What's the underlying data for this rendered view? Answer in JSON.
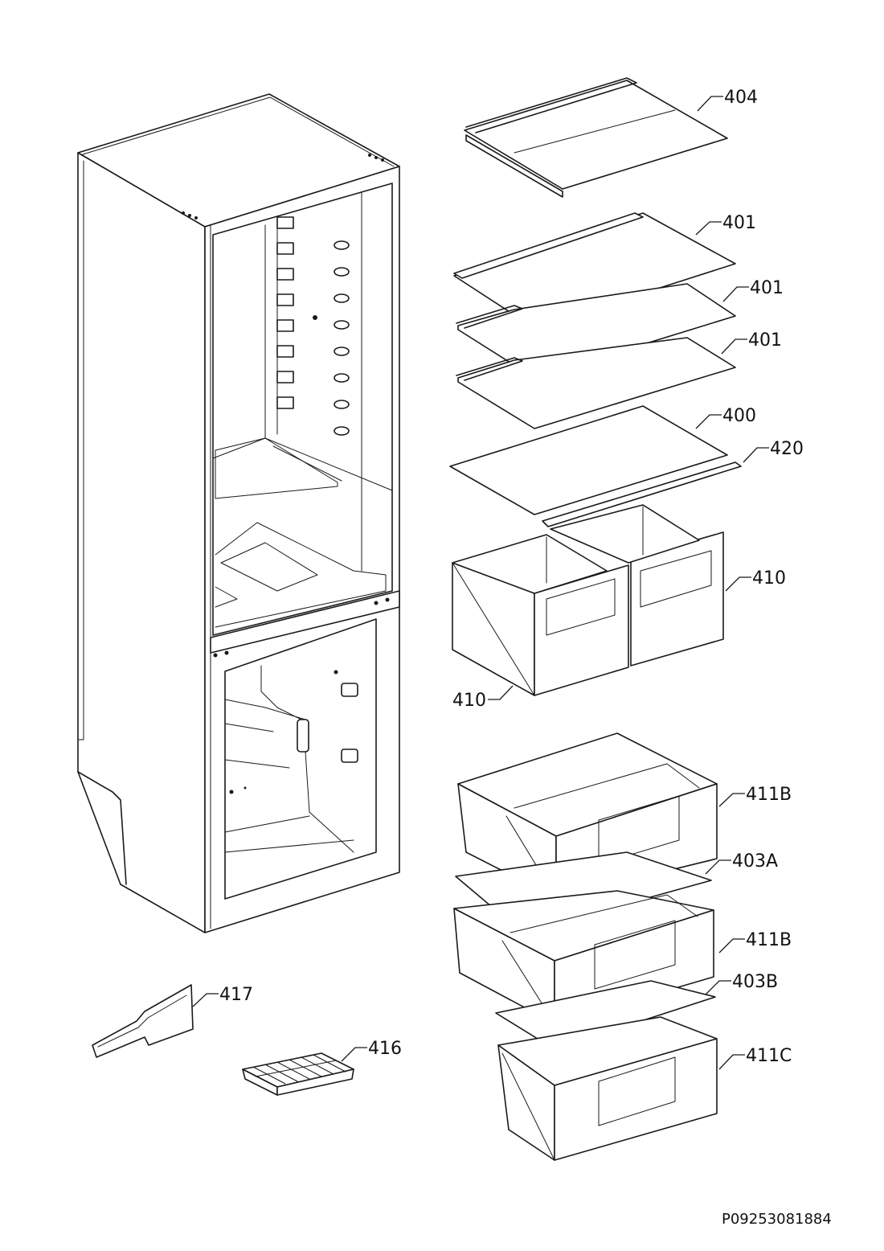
{
  "diagram": {
    "labels": {
      "l404": "404",
      "l401a": "401",
      "l401b": "401",
      "l401c": "401",
      "l400": "400",
      "l420": "420",
      "l410a": "410",
      "l410b": "410",
      "l411b1": "411B",
      "l403a": "403A",
      "l411b2": "411B",
      "l403b": "403B",
      "l411c": "411C",
      "l417": "417",
      "l416": "416"
    },
    "drawing_code": "P09253081884"
  }
}
